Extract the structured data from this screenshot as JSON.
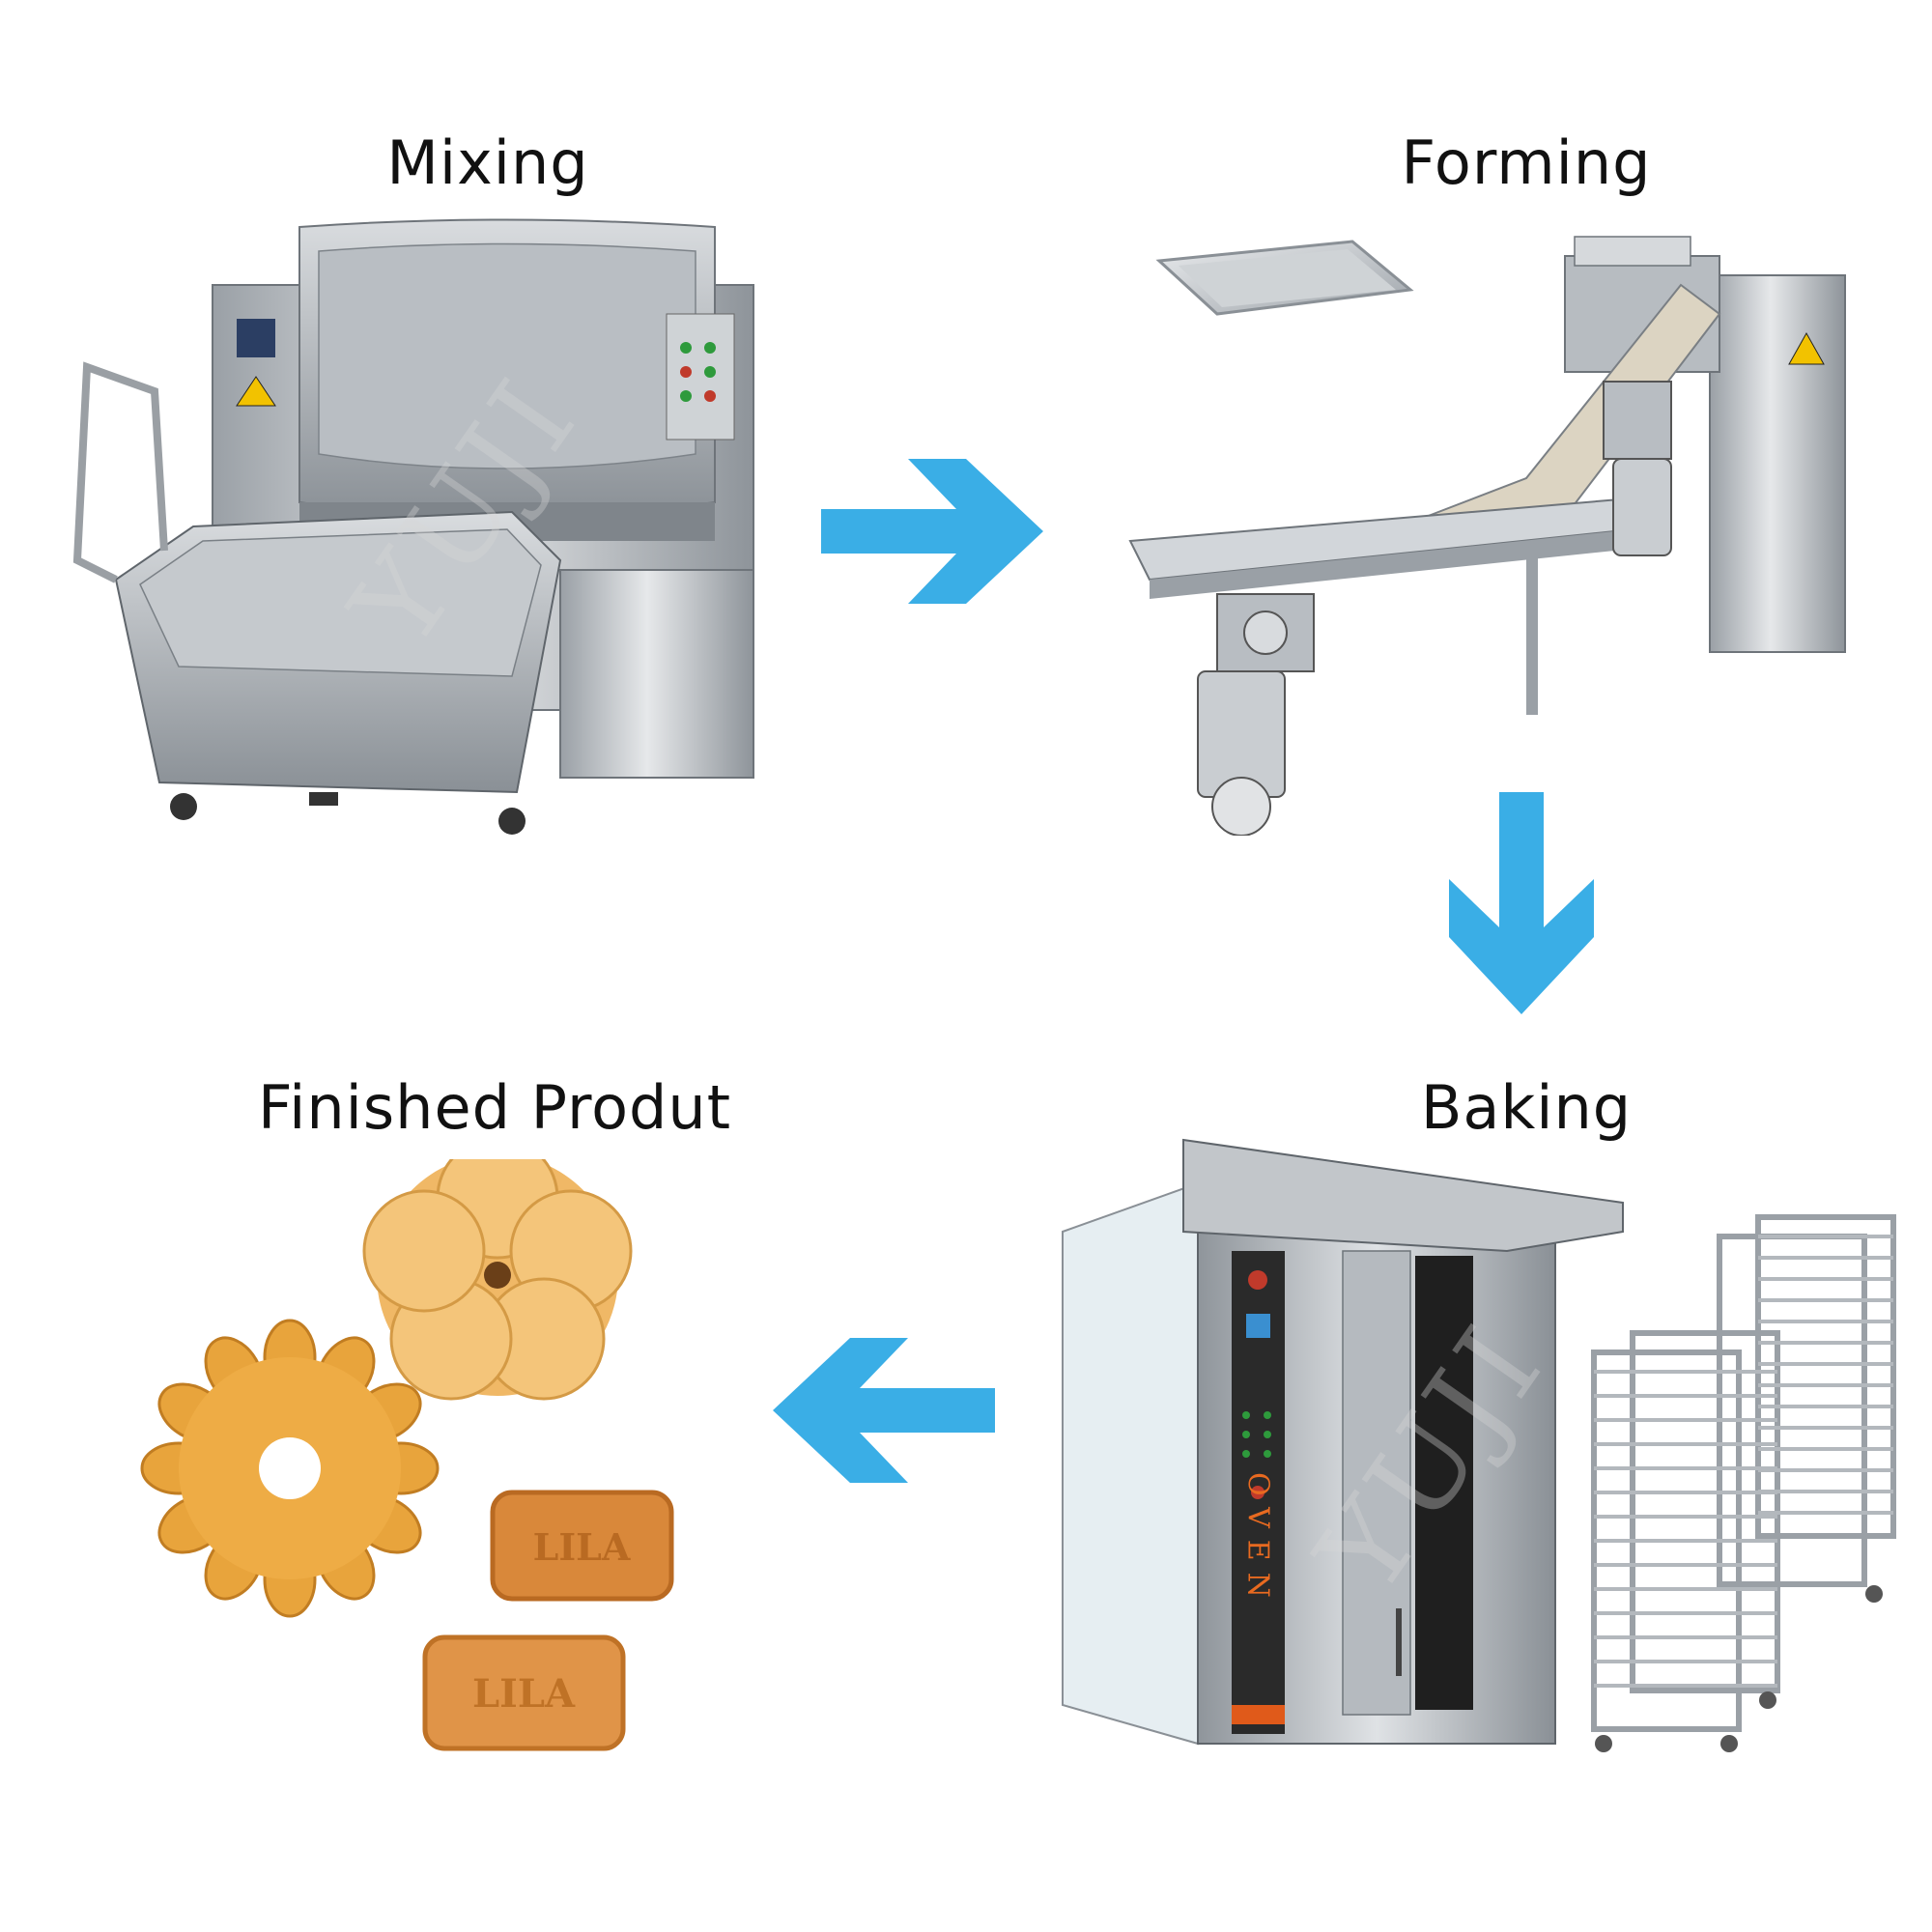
{
  "stages": {
    "mixing": {
      "label": "Mixing"
    },
    "forming": {
      "label": "Forming"
    },
    "baking": {
      "label": "Baking",
      "oven_text": "OVEN"
    },
    "finished": {
      "label": "Finished Produt",
      "cookie_stamp": "LILA"
    }
  },
  "watermark": "YUJI",
  "arrow_color": "#3aaee6",
  "flow": [
    "Mixing",
    "Forming",
    "Baking",
    "Finished Produt"
  ]
}
